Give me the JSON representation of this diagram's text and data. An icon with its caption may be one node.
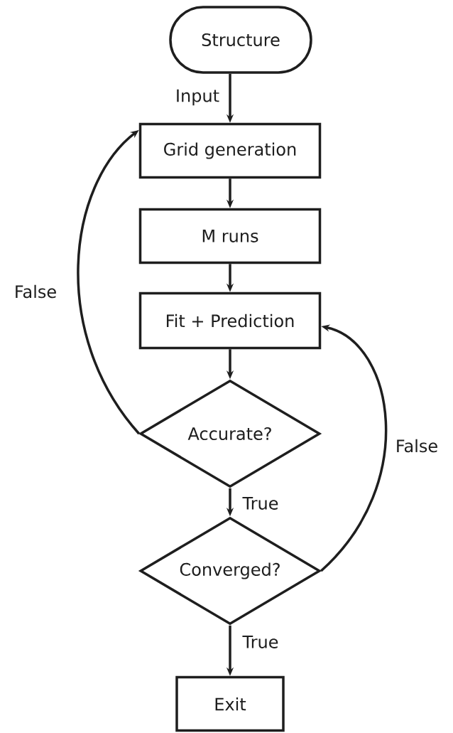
{
  "diagram": {
    "nodes": [
      {
        "text": [
          "Structure"
        ]
      },
      {
        "text": [
          "Grid generation"
        ]
      },
      {
        "text": [
          "M runs"
        ]
      },
      {
        "text": [
          "Fit + Prediction"
        ]
      },
      {
        "text": [
          "Accurate?"
        ]
      },
      {
        "text": [
          "Converged?"
        ]
      },
      {
        "text": [
          "Exit"
        ]
      }
    ],
    "edges": [
      {
        "from": 0,
        "to": 1,
        "arrow": "to",
        "label": "Input"
      },
      {
        "from": 1,
        "to": 2,
        "arrow": "to"
      },
      {
        "from": 2,
        "to": 3,
        "arrow": "to"
      },
      {
        "from": 3,
        "to": 4,
        "arrow": "to"
      },
      {
        "from": 4,
        "to": 5,
        "arrow": "to",
        "label": "True"
      },
      {
        "from": 5,
        "to": 6,
        "arrow": "to",
        "label": "True"
      },
      {
        "from": 4,
        "to": 1,
        "arrow": "to",
        "label": "False"
      },
      {
        "from": 5,
        "to": 3,
        "arrow": "to",
        "label": "False"
      }
    ]
  }
}
